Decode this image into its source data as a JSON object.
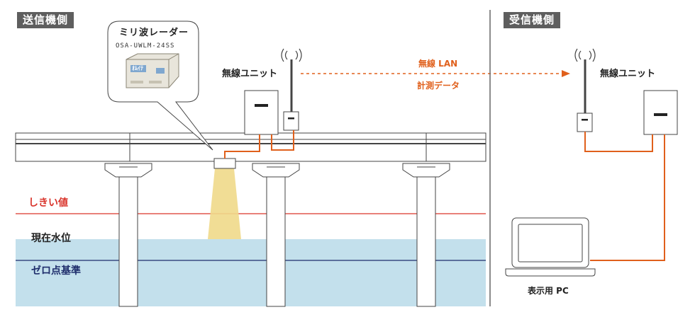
{
  "sections": {
    "sender": "送信機側",
    "receiver": "受信機側"
  },
  "radar": {
    "title": "ミリ波レーダー",
    "model": "OSA-UWLM-24SS",
    "brand": "ｵﾑｲﾃ"
  },
  "units": {
    "sender_unit": "無線ユニット",
    "receiver_unit": "無線ユニット"
  },
  "link": {
    "wireless": "無線 LAN",
    "data": "計測データ"
  },
  "levels": {
    "threshold": "しきい値",
    "current": "現在水位",
    "zero": "ゼロ点基準"
  },
  "pc": {
    "label": "表示用 PC"
  },
  "colors": {
    "orange": "#e0601c",
    "threshold_red": "#d9342b",
    "water": "#c3e0ec",
    "navy": "#1e2d6b",
    "beam": "#f0d98a",
    "outline": "#444444"
  }
}
